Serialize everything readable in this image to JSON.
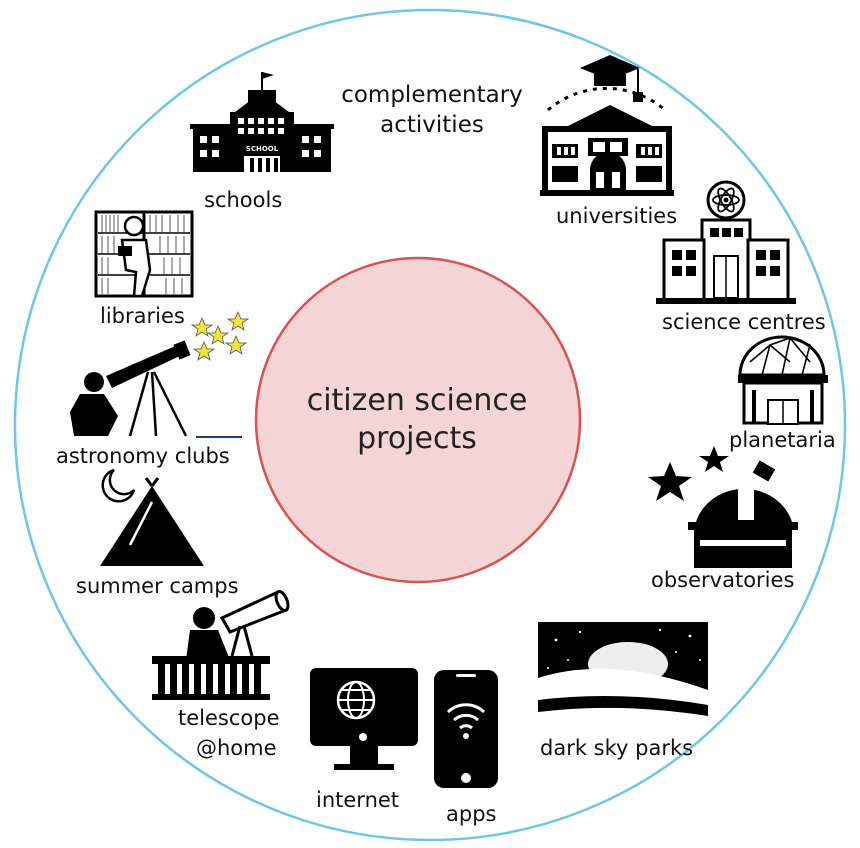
{
  "center": {
    "line1": "citizen science",
    "line2": "projects"
  },
  "complementary": {
    "line1": "complementary",
    "line2": "activities"
  },
  "school_sign": "SCHOOL",
  "labels": {
    "schools": "schools",
    "universities": "universities",
    "libraries": "libraries",
    "science_centres": "science centres",
    "planetaria": "planetaria",
    "astronomy_clubs": "astronomy clubs",
    "observatories": "observatories",
    "summer_camps": "summer camps",
    "telescope_line1": "telescope",
    "telescope_line2": "@home",
    "dark_sky_parks": "dark sky parks",
    "internet": "internet",
    "apps": "apps"
  },
  "colors": {
    "outer_ring": "#6ec6ea",
    "center_fill": "#f4d4d4",
    "center_stroke": "#d9534f",
    "stars": "#f5e33c"
  }
}
